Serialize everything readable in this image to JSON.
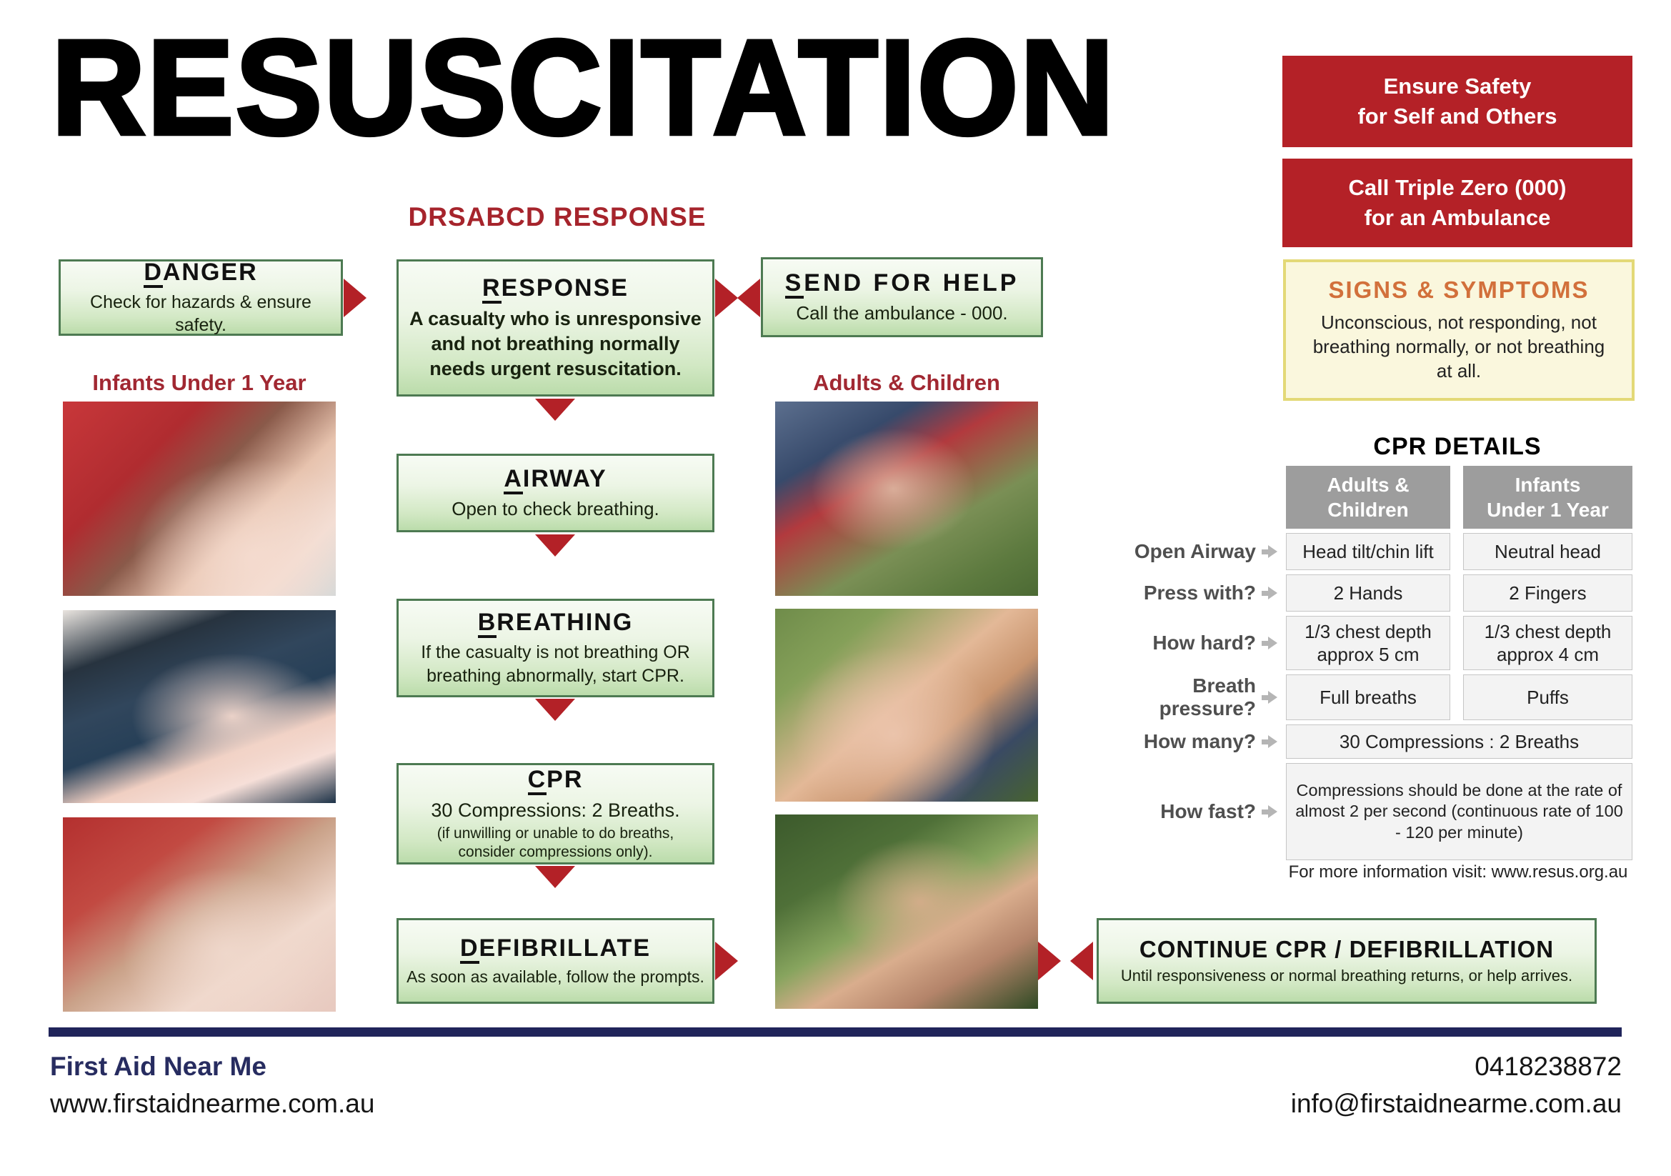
{
  "poster": {
    "title": "RESUSCITATION",
    "subtitle": "DRSABCD RESPONSE"
  },
  "alerts": [
    {
      "line1": "Ensure Safety",
      "line2": "for Self and Others"
    },
    {
      "line1": "Call Triple Zero (000)",
      "line2": "for an Ambulance"
    }
  ],
  "signs": {
    "title": "SIGNS & SYMPTOMS",
    "body": "Unconscious, not responding, not breathing normally, or not breathing at all."
  },
  "sections": {
    "infants_label": "Infants Under 1 Year",
    "adults_label": "Adults & Children"
  },
  "flow": {
    "steps": [
      {
        "initial": "D",
        "rest": "ANGER",
        "body": "Check for hazards & ensure safety."
      },
      {
        "initial": "R",
        "rest": "ESPONSE",
        "body": "A casualty who is unresponsive and not breathing normally needs urgent resuscitation."
      },
      {
        "initial": "S",
        "rest": "END FOR HELP",
        "body": "Call the ambulance - 000."
      },
      {
        "initial": "A",
        "rest": "IRWAY",
        "body": "Open to check breathing."
      },
      {
        "initial": "B",
        "rest": "REATHING",
        "body": "If the casualty is not breathing OR breathing abnormally, start CPR."
      },
      {
        "initial": "C",
        "rest": "PR",
        "body": "30 Compressions: 2 Breaths.",
        "note": "(if unwilling or unable to do breaths, consider compressions only)."
      },
      {
        "initial": "D",
        "rest": "EFIBRILLATE",
        "body": "As soon as available, follow the prompts."
      }
    ],
    "continue": {
      "title": "CONTINUE CPR / DEFIBRILLATION",
      "body": "Until responsiveness or normal breathing returns, or help arrives."
    }
  },
  "cpr_details": {
    "title": "CPR DETAILS",
    "columns": [
      {
        "line1": "Adults &",
        "line2": "Children"
      },
      {
        "line1": "Infants",
        "line2": "Under 1 Year"
      }
    ],
    "rows": [
      {
        "label": "Open Airway",
        "adults": "Head tilt/chin lift",
        "infants": "Neutral head"
      },
      {
        "label": "Press with?",
        "adults": "2 Hands",
        "infants": "2 Fingers"
      },
      {
        "label": "How hard?",
        "adults": "1/3 chest depth approx 5 cm",
        "infants": "1/3 chest depth approx 4 cm"
      },
      {
        "label": "Breath pressure?",
        "adults": "Full breaths",
        "infants": "Puffs"
      },
      {
        "label": "How many?",
        "value": "30 Compressions : 2 Breaths"
      },
      {
        "label": "How fast?",
        "value": "Compressions should be done at the rate of almost 2 per second (continuous rate of 100 - 120 per minute)"
      }
    ],
    "more_info": "For more information visit:  www.resus.org.au"
  },
  "footer": {
    "brand": "First Aid Near Me",
    "website": "www.firstaidnearme.com.au",
    "phone": "0418238872",
    "email": "info@firstaidnearme.com.au"
  },
  "colors": {
    "accent_red": "#b32127",
    "heading_dark_red": "#a6242c",
    "section_label_red": "#a12832",
    "green_box_border": "#4d7a52",
    "signs_orange": "#d2703b",
    "signs_bg": "#faf7dd",
    "signs_border": "#e3d977",
    "table_header_gray": "#9d9d9d",
    "footer_navy": "#20245a"
  }
}
